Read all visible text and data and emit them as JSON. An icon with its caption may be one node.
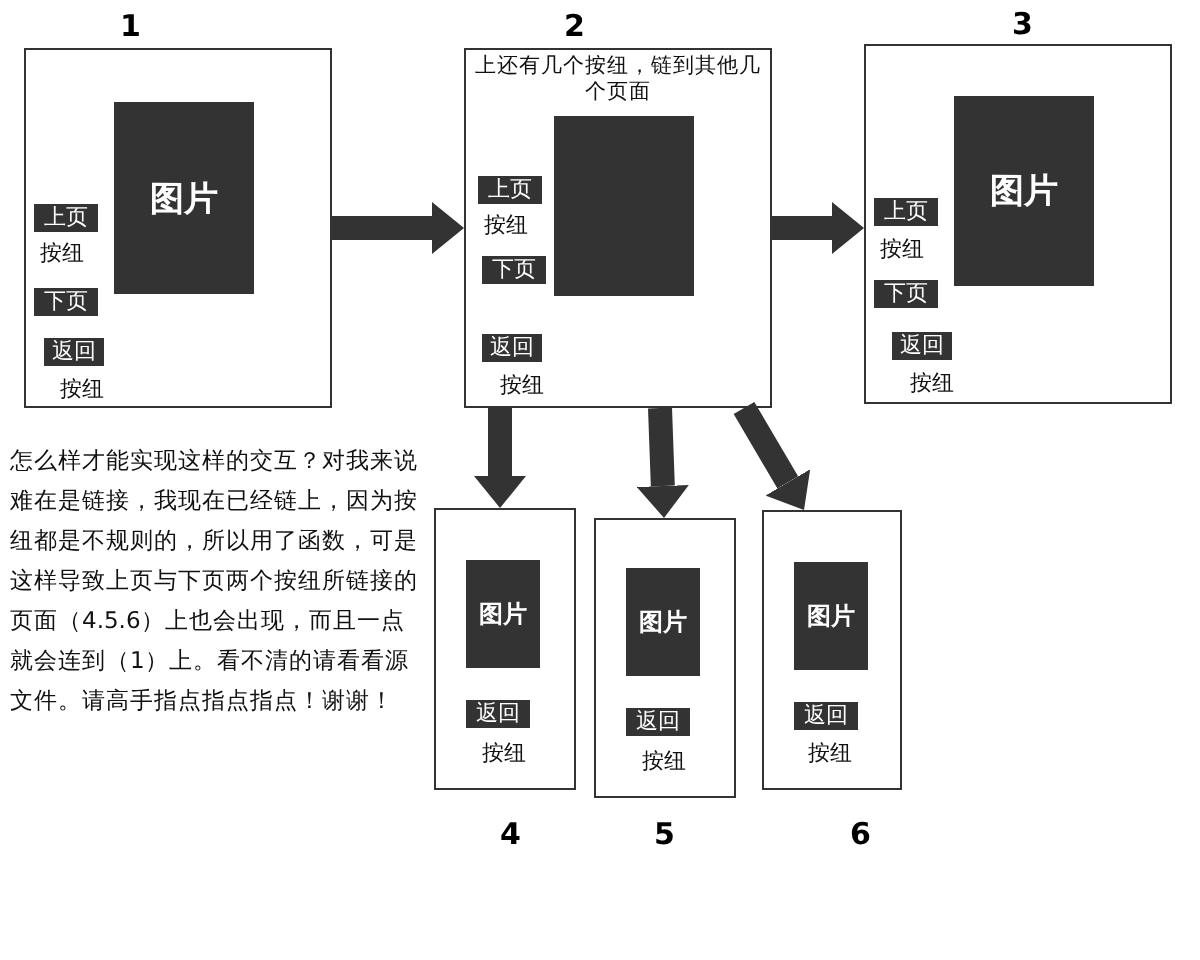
{
  "diagram": {
    "nodes": [
      {
        "text": [
          "1"
        ]
      },
      {
        "text": [
          "图片"
        ],
        "in": 0
      },
      {
        "text": [
          "上页"
        ],
        "in": 0,
        "beside": [
          "按纽"
        ]
      },
      {
        "text": [
          "下页"
        ],
        "in": 0
      },
      {
        "text": [
          "返回"
        ],
        "in": 0,
        "beside": [
          "按纽"
        ]
      },
      {
        "text": [
          "2"
        ]
      },
      {
        "text": [],
        "shape": "box",
        "in": 5,
        "beside": [
          "上还有几个按纽，链到其他几个页面"
        ]
      },
      {
        "text": [
          "上页"
        ],
        "in": 5,
        "beside": [
          "按纽"
        ]
      },
      {
        "text": [
          "下页"
        ],
        "in": 5
      },
      {
        "text": [
          "返回"
        ],
        "in": 5,
        "beside": [
          "按纽"
        ]
      },
      {
        "text": [
          "3"
        ]
      },
      {
        "text": [
          "图片"
        ],
        "in": 10
      },
      {
        "text": [
          "上页"
        ],
        "in": 10,
        "beside": [
          "按纽"
        ]
      },
      {
        "text": [
          "下页"
        ],
        "in": 10
      },
      {
        "text": [
          "返回"
        ],
        "in": 10,
        "beside": [
          "按纽"
        ]
      },
      {
        "text": [
          "4"
        ]
      },
      {
        "text": [
          "图片"
        ],
        "in": 15
      },
      {
        "text": [
          "返回"
        ],
        "in": 15,
        "beside": [
          "按纽"
        ]
      },
      {
        "text": [
          "5"
        ]
      },
      {
        "text": [
          "图片"
        ],
        "in": 18
      },
      {
        "text": [
          "返回"
        ],
        "in": 18,
        "beside": [
          "按纽"
        ]
      },
      {
        "text": [
          "6"
        ]
      },
      {
        "text": [
          "图片"
        ],
        "in": 21
      },
      {
        "text": [
          "返回"
        ],
        "in": 21,
        "beside": [
          "按纽"
        ]
      }
    ],
    "edges": [
      {
        "from": 0,
        "to": 5,
        "arrow": "to"
      },
      {
        "from": 5,
        "to": 10,
        "arrow": "to"
      },
      {
        "from": 5,
        "to": 15,
        "arrow": "to"
      },
      {
        "from": 5,
        "to": 18,
        "arrow": "to"
      },
      {
        "from": 5,
        "to": 21,
        "arrow": "to"
      }
    ],
    "labels": [
      "怎么样才能实现这样的交互？对我来说难在是链接，我现在已经链上，因为按纽都是不规则的，所以用了函数，可是这样导致上页与下页两个按纽所链接的页面（4.5.6）上也会出现，而且一点就会连到（1）上。看不清的请看看源文件。请高手指点指点指点！谢谢！"
    ]
  }
}
